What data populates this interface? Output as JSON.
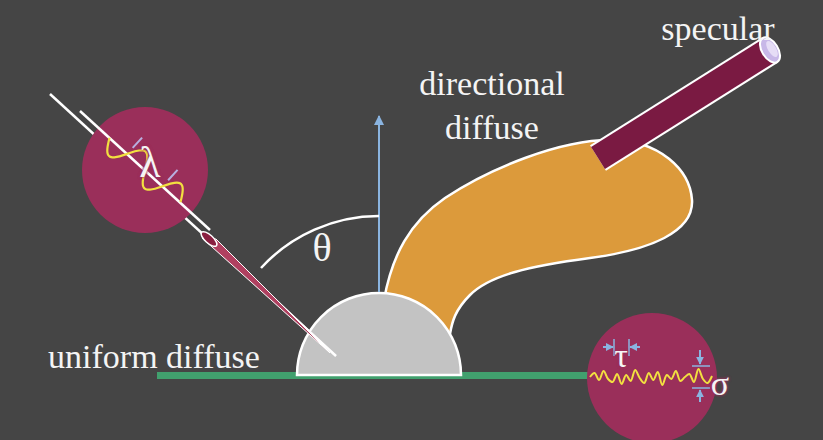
{
  "diagram": {
    "labels": [
      "specular",
      "directional diffuse",
      "λ",
      "θ",
      "uniform diffuse",
      "τ",
      "σ"
    ]
  }
}
